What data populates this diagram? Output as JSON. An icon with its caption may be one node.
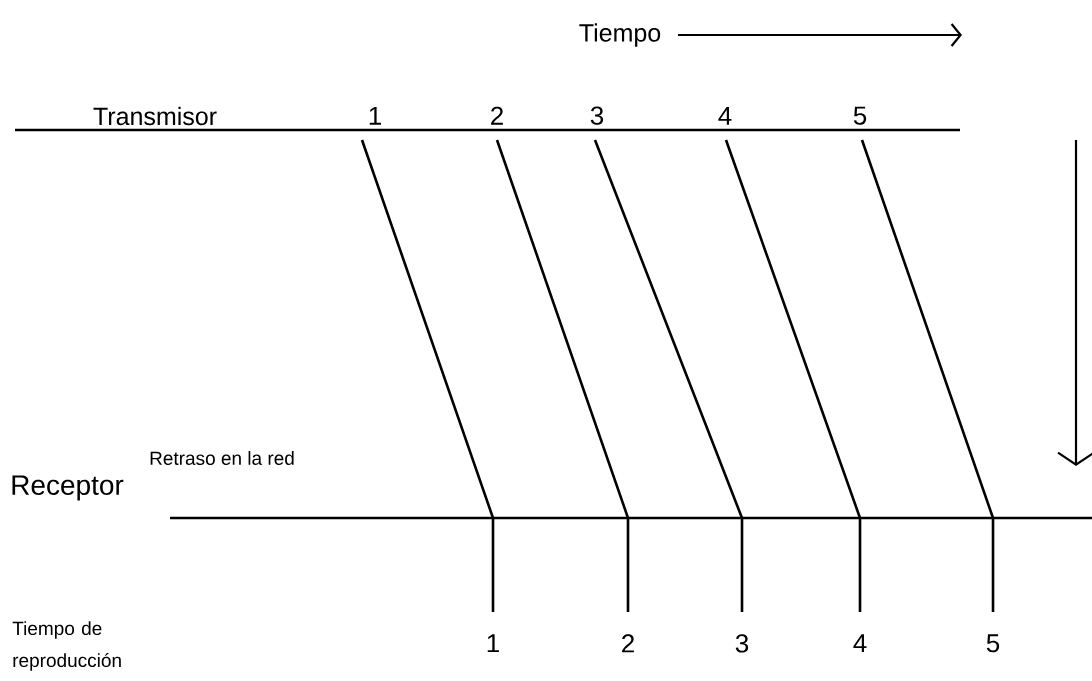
{
  "diagram": {
    "nodes": [
      {
        "text": [
          "1"
        ]
      },
      {
        "text": [
          "2"
        ]
      },
      {
        "text": [
          "3"
        ]
      },
      {
        "text": [
          "4"
        ]
      },
      {
        "text": [
          "5"
        ]
      },
      {
        "text": [
          "1"
        ]
      },
      {
        "text": [
          "2"
        ]
      },
      {
        "text": [
          "3"
        ]
      },
      {
        "text": [
          "4"
        ]
      },
      {
        "text": [
          "5"
        ]
      }
    ],
    "edges": [
      {
        "from": 0,
        "to": 5,
        "arrow": "none"
      },
      {
        "from": 1,
        "to": 6,
        "arrow": "none"
      },
      {
        "from": 2,
        "to": 7,
        "arrow": "none"
      },
      {
        "from": 3,
        "to": 8,
        "arrow": "none"
      },
      {
        "from": 4,
        "to": 9,
        "arrow": "none"
      }
    ],
    "labels": [
      "Tiempo",
      "Transmisor",
      "Retraso en la red",
      "Receptor",
      "Tiempo de reproducción"
    ]
  }
}
